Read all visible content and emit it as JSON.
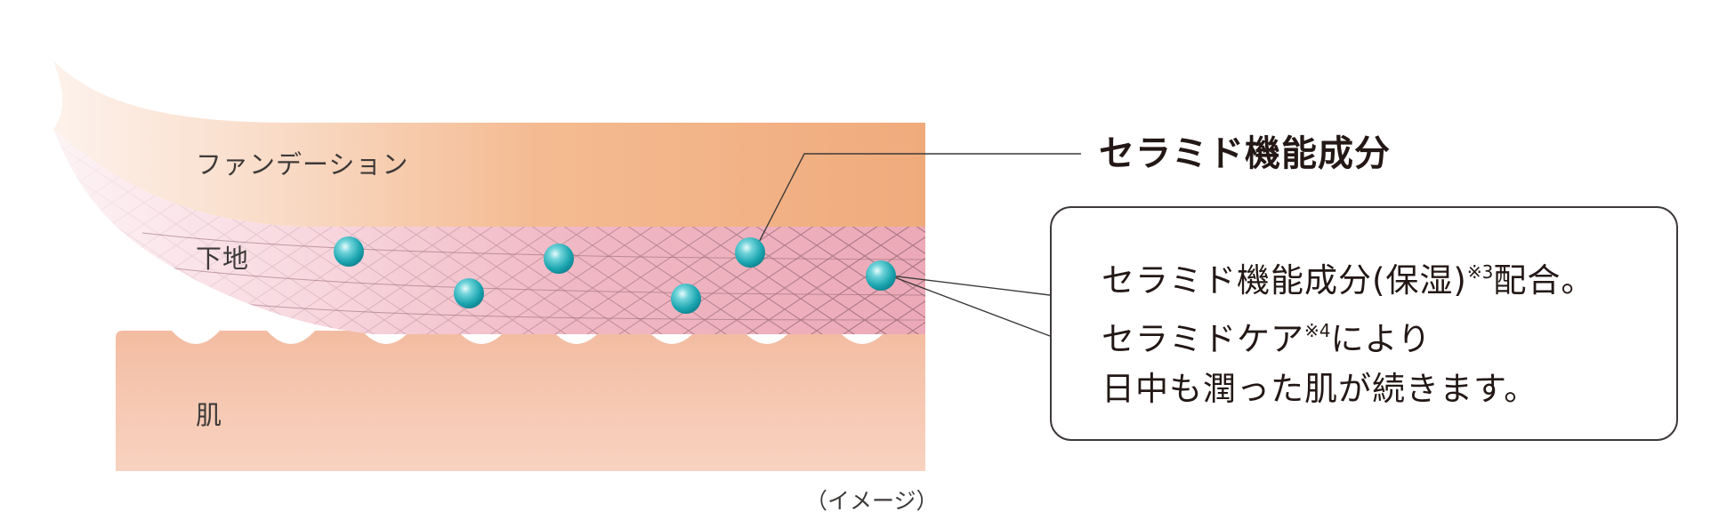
{
  "layers": {
    "foundation": "ファンデーション",
    "base": "下地",
    "skin": "肌"
  },
  "ingredient": {
    "title": "セラミド機能成分"
  },
  "callout": {
    "line1_text": "セラミド機能成分(保湿)",
    "line1_note": "※3",
    "line1_suffix": "配合。",
    "line2_text": "セラミドケア",
    "line2_note": "※4",
    "line2_suffix": "により",
    "line3_text": "日中も潤った肌が続きます。"
  },
  "caption": "（イメージ）",
  "colors": {
    "foundation": "#f2b081",
    "base": "#f0b4c0",
    "skin": "#f6c9b3",
    "ceramide_particle": "#2ab3bd",
    "line": "#3e3a39"
  },
  "icons": {
    "particle": "ceramide-sphere-icon"
  }
}
